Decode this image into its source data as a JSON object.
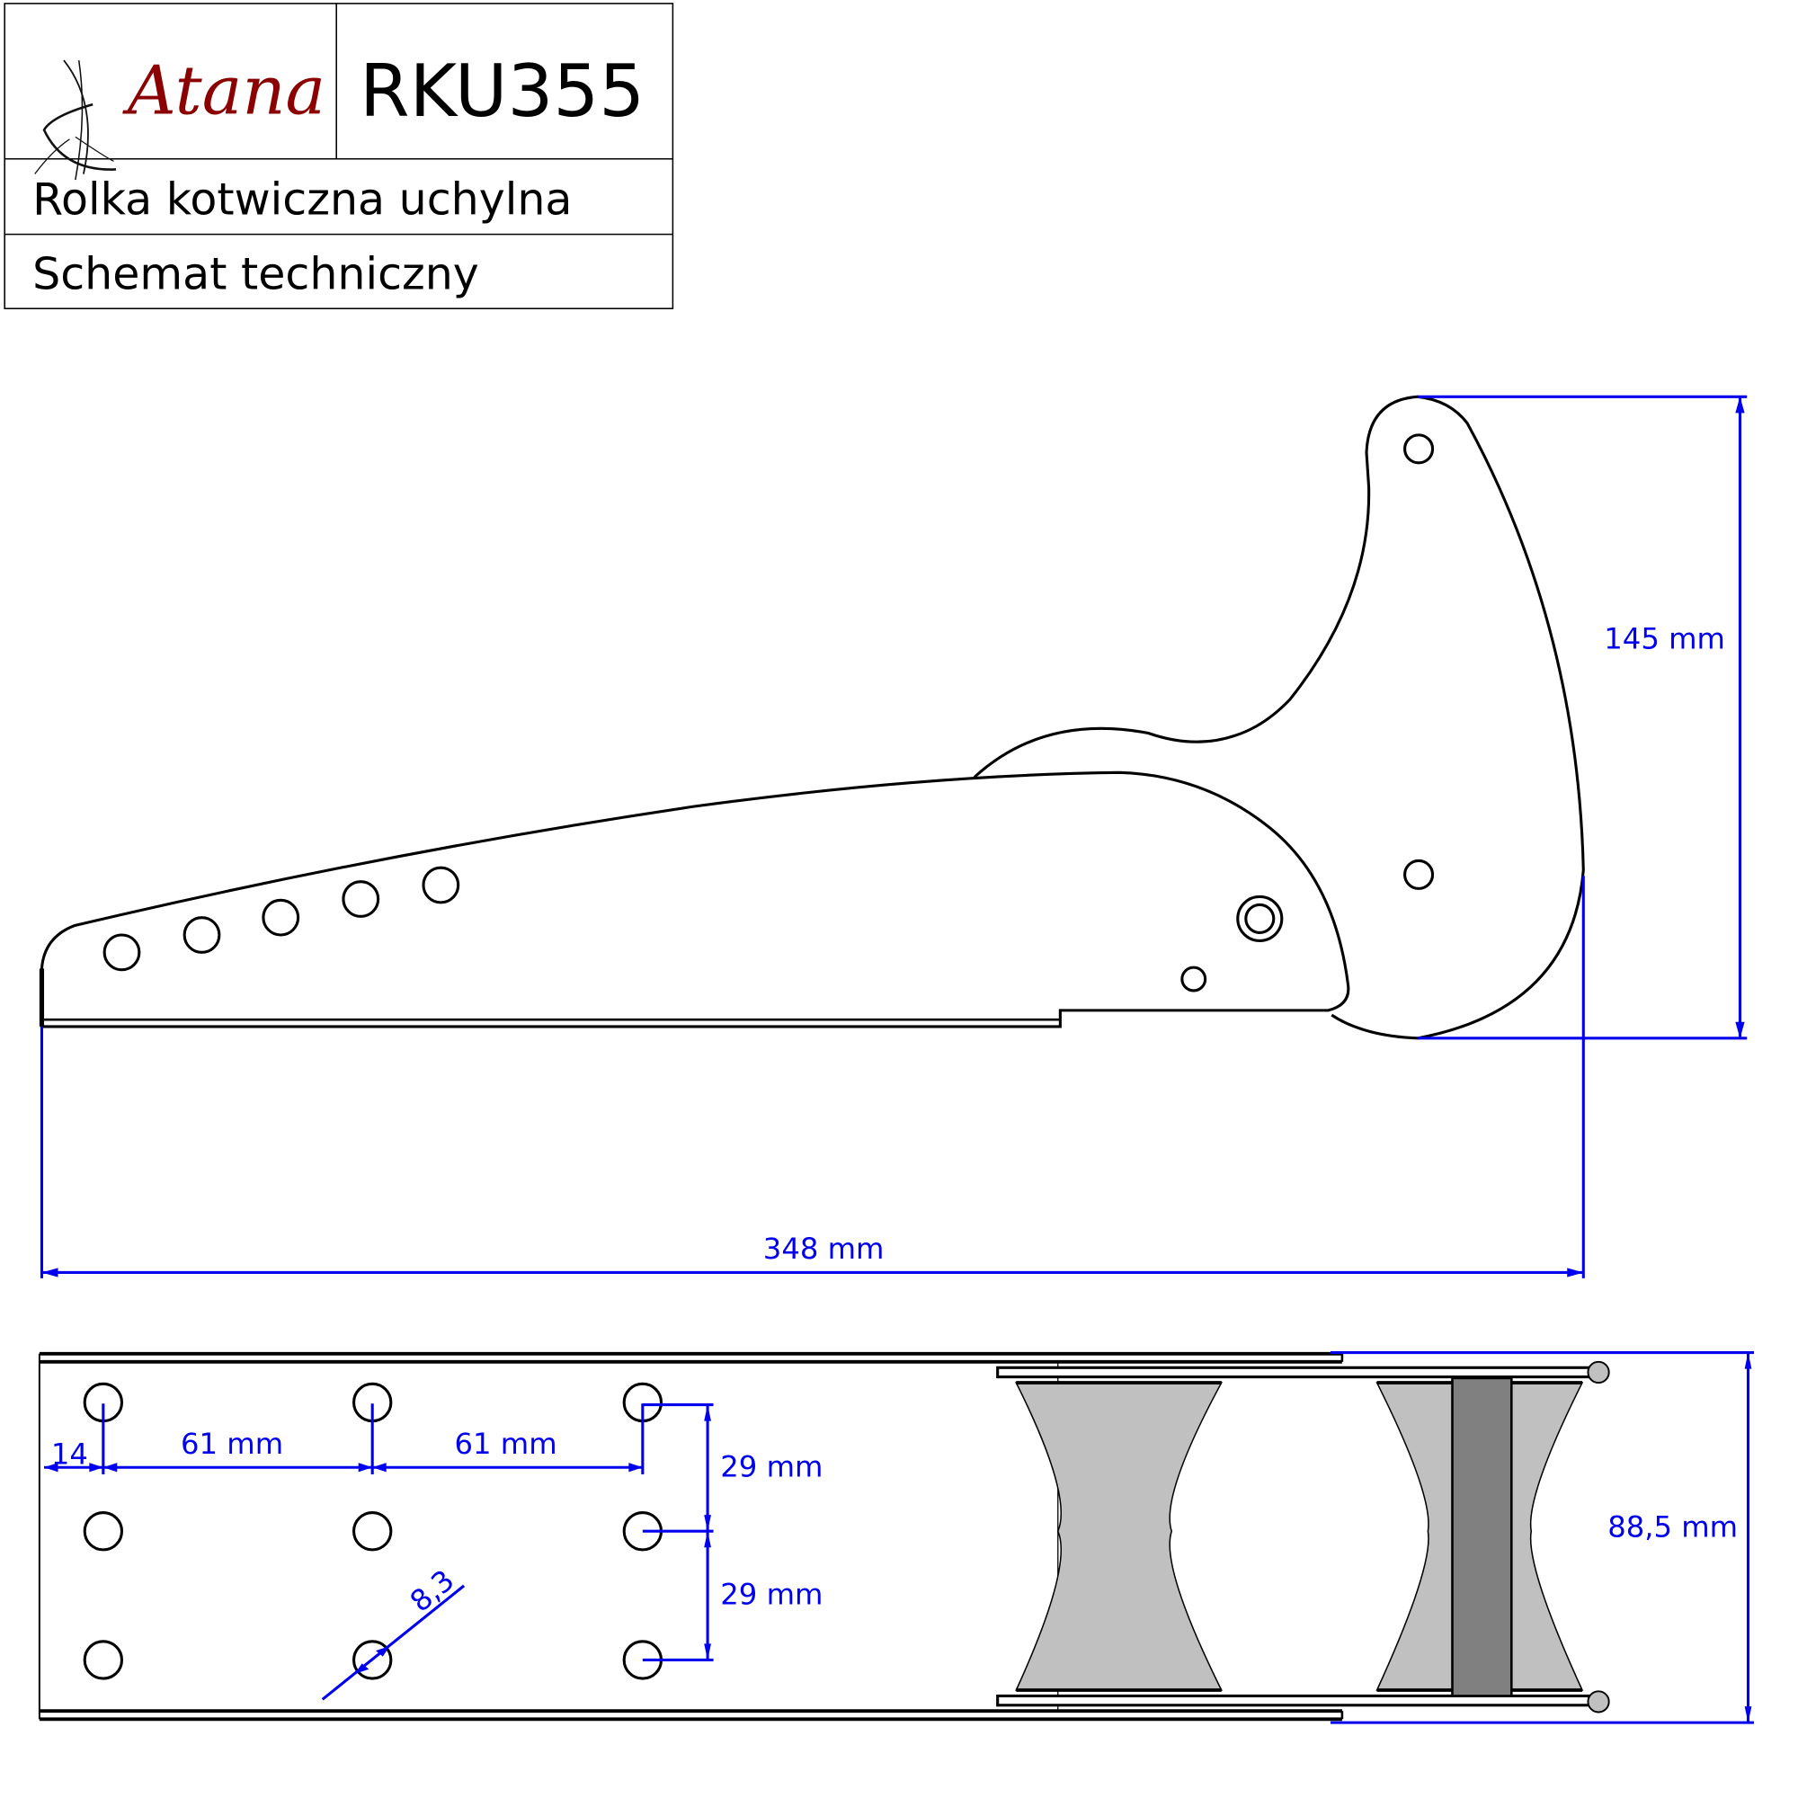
{
  "title_block": {
    "logo_text": "Atana",
    "model": "RKU355",
    "product_name": "Rolka kotwiczna uchylna",
    "document_type": "Schemat techniczny"
  },
  "side_view": {
    "height_dim": "145 mm",
    "length_dim": "348 mm"
  },
  "bottom_view": {
    "edge_offset_dim": "14",
    "hole_spacing_1": "61 mm",
    "hole_spacing_2": "61 mm",
    "vertical_spacing_1": "29 mm",
    "vertical_spacing_2": "29 mm",
    "hole_diameter": "8,3",
    "width_dim": "88,5 mm"
  },
  "colors": {
    "dimension": "#0000ee",
    "logo": "#8b0000",
    "roller": "#c0c0c0",
    "axle": "#808080"
  }
}
